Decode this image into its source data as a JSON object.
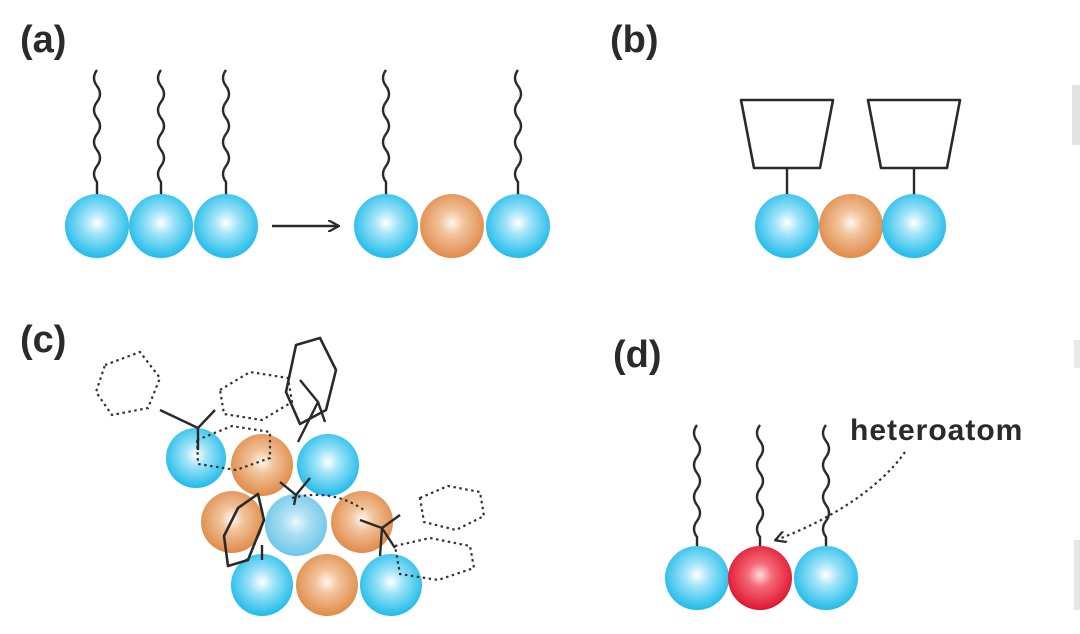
{
  "panels": {
    "a": {
      "label": "(a)"
    },
    "b": {
      "label": "(b)"
    },
    "c": {
      "label": "(c)"
    },
    "d": {
      "label": "(d)",
      "annotation": "heteroatom"
    }
  },
  "colors": {
    "host_atom": "#36c4ee",
    "dopant_atom": "#e59a5e",
    "heteroatom": "#e8233f",
    "line": "#2a2a2a"
  }
}
